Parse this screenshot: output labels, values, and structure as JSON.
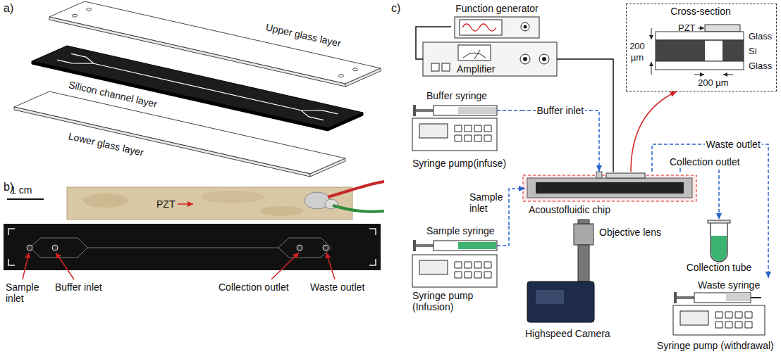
{
  "diagram": {
    "nodes": [
      {
        "text": [
          "Function generator"
        ]
      },
      {
        "text": [
          "Amplifier"
        ]
      },
      {
        "text": [
          "Buffer syringe",
          "Syringe pump(infuse)"
        ]
      },
      {
        "text": [
          "Sample syringe",
          "Syringe pump (Infusion)"
        ]
      },
      {
        "text": [
          "Acoustofluidic chip"
        ]
      },
      {
        "text": [
          "Highspeed Camera"
        ]
      },
      {
        "text": [
          "Collection tube"
        ]
      },
      {
        "text": [
          "Waste syringe",
          "Syringe pump (withdrawal)"
        ]
      },
      {
        "text": [
          "Cross-section"
        ]
      }
    ],
    "edges": [
      {
        "from": 0,
        "to": 1,
        "arrow": "none"
      },
      {
        "from": 1,
        "to": 4,
        "arrow": "none"
      },
      {
        "from": 2,
        "to": 4,
        "arrow": "to",
        "label": "Buffer inlet"
      },
      {
        "from": 3,
        "to": 4,
        "arrow": "to",
        "label": "Sample inlet"
      },
      {
        "from": 4,
        "to": 6,
        "arrow": "to",
        "label": "Collection outlet"
      },
      {
        "from": 4,
        "to": 7,
        "arrow": "to",
        "label": "Waste outlet"
      },
      {
        "from": 4,
        "to": 8,
        "arrow": "to"
      }
    ],
    "labels": [
      "a)",
      "Upper glass layer",
      "Silicon channel layer",
      "Lower glass layer",
      "b)",
      "1 cm",
      "PZT",
      "Sample inlet",
      "Buffer inlet",
      "Collection outlet",
      "Waste outlet",
      "c)",
      "Objective lens",
      "PZT",
      "Glass",
      "Si",
      "Glass",
      "200 µm",
      "200 µm"
    ]
  }
}
